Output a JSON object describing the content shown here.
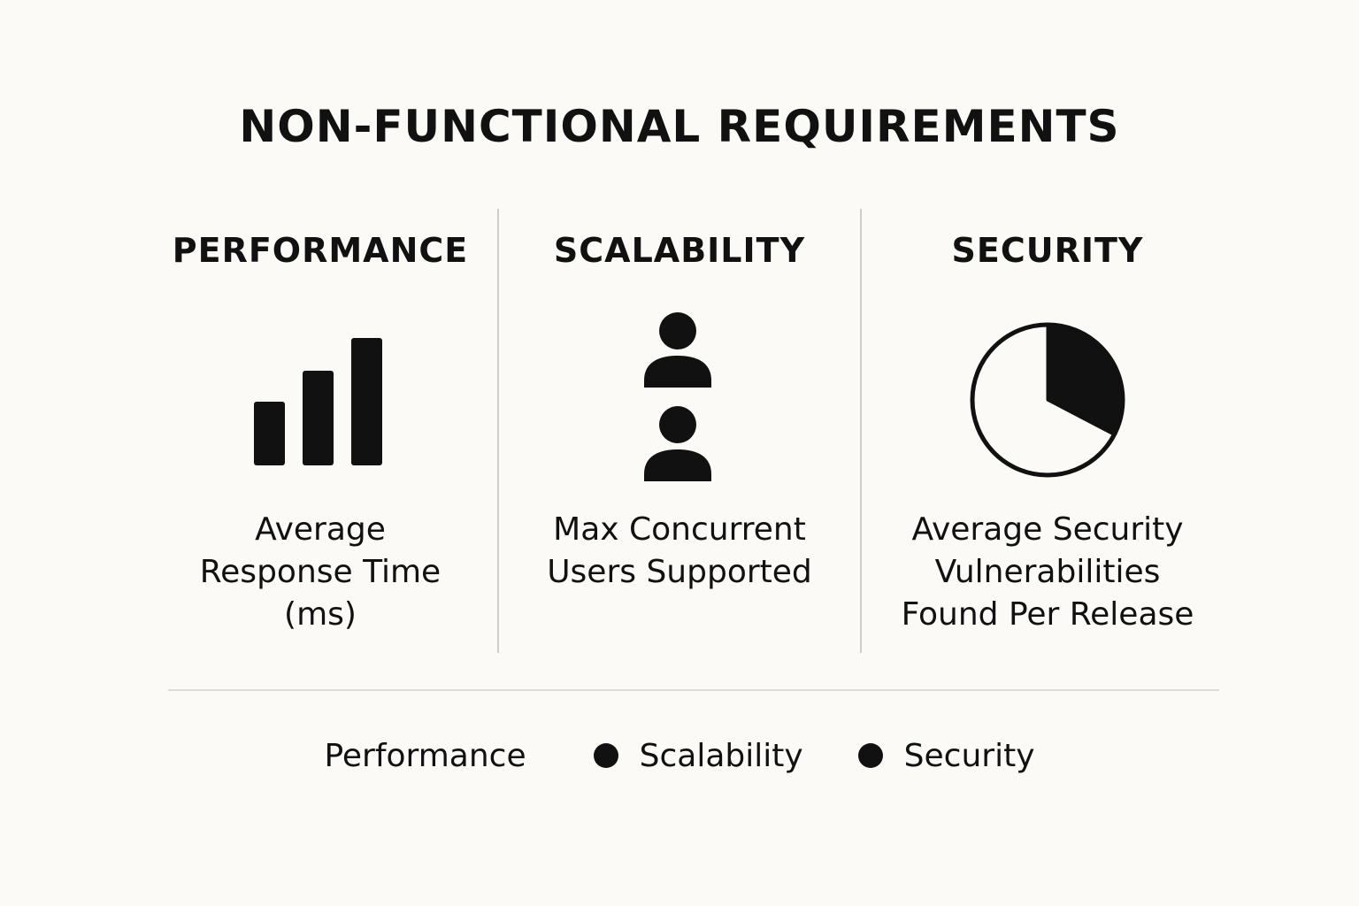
{
  "title": "NON-FUNCTIONAL REQUIREMENTS",
  "columns": [
    {
      "heading": "PERFORMANCE",
      "icon": "bar-chart-icon",
      "description": [
        "Average",
        "Response Time",
        "(ms)"
      ]
    },
    {
      "heading": "SCALABILITY",
      "icon": "users-icon",
      "description": [
        "Max Concurrent",
        "Users Supported"
      ]
    },
    {
      "heading": "SECURITY",
      "icon": "pie-chart-icon",
      "description": [
        "Average Security",
        "Vulnerabilities",
        "Found Per Release"
      ]
    }
  ],
  "legend": {
    "items": [
      {
        "label": "Performance",
        "marker": false
      },
      {
        "label": "Scalability",
        "marker": true
      },
      {
        "label": "Security",
        "marker": true
      }
    ]
  },
  "colors": {
    "background": "#fbfaf7",
    "ink": "#111111",
    "divider": "#cfcfcf"
  }
}
